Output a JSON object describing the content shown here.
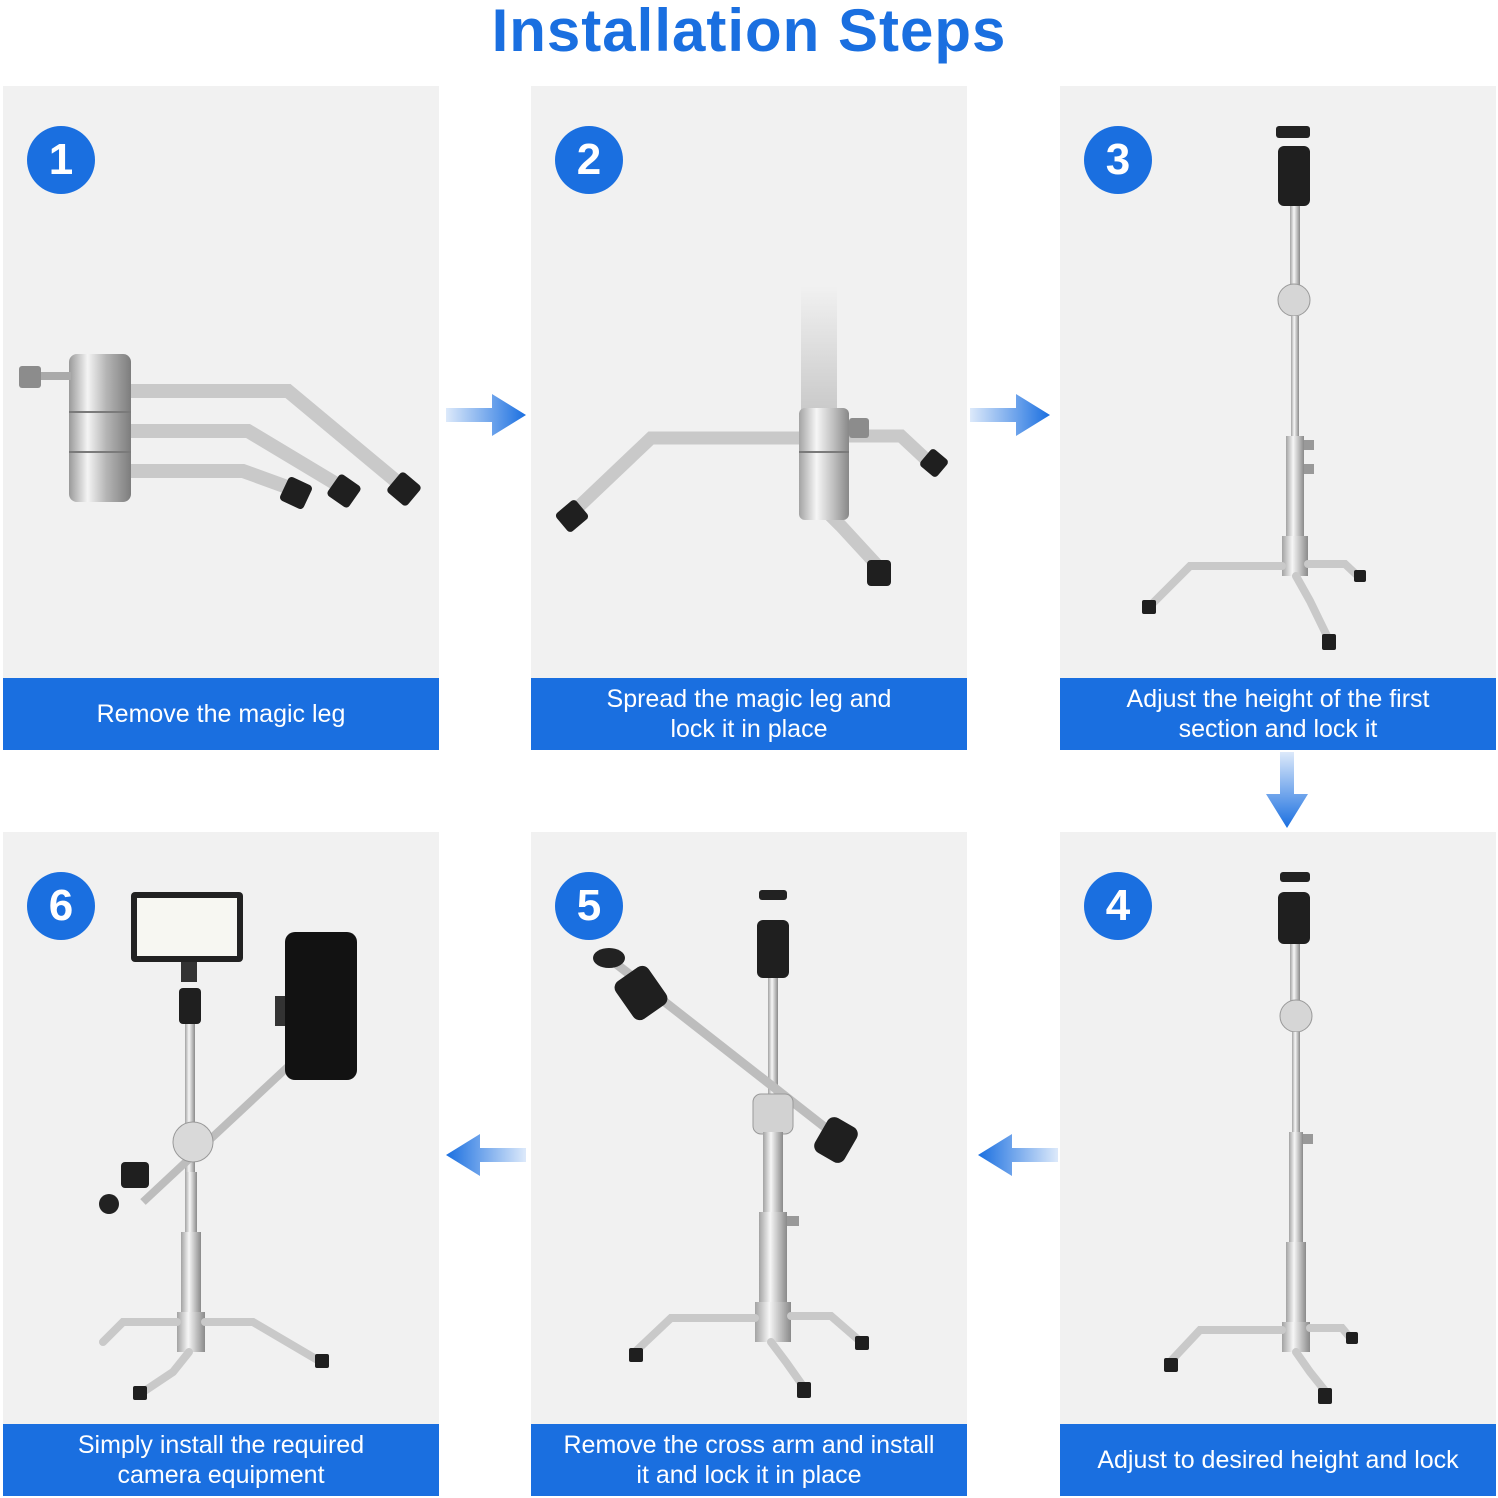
{
  "title": "Installation Steps",
  "colors": {
    "accent": "#1a6fe0",
    "panel_bg": "#f1f1f1"
  },
  "steps": [
    {
      "number": "1",
      "caption": "Remove the magic leg"
    },
    {
      "number": "2",
      "caption": "Spread the magic leg and\nlock it in place"
    },
    {
      "number": "3",
      "caption": "Adjust the height of the first\nsection and lock it"
    },
    {
      "number": "4",
      "caption": "Adjust to desired height and lock"
    },
    {
      "number": "5",
      "caption": "Remove the cross arm and install\nit and lock it in place"
    },
    {
      "number": "6",
      "caption": "Simply install the required\ncamera equipment"
    }
  ]
}
